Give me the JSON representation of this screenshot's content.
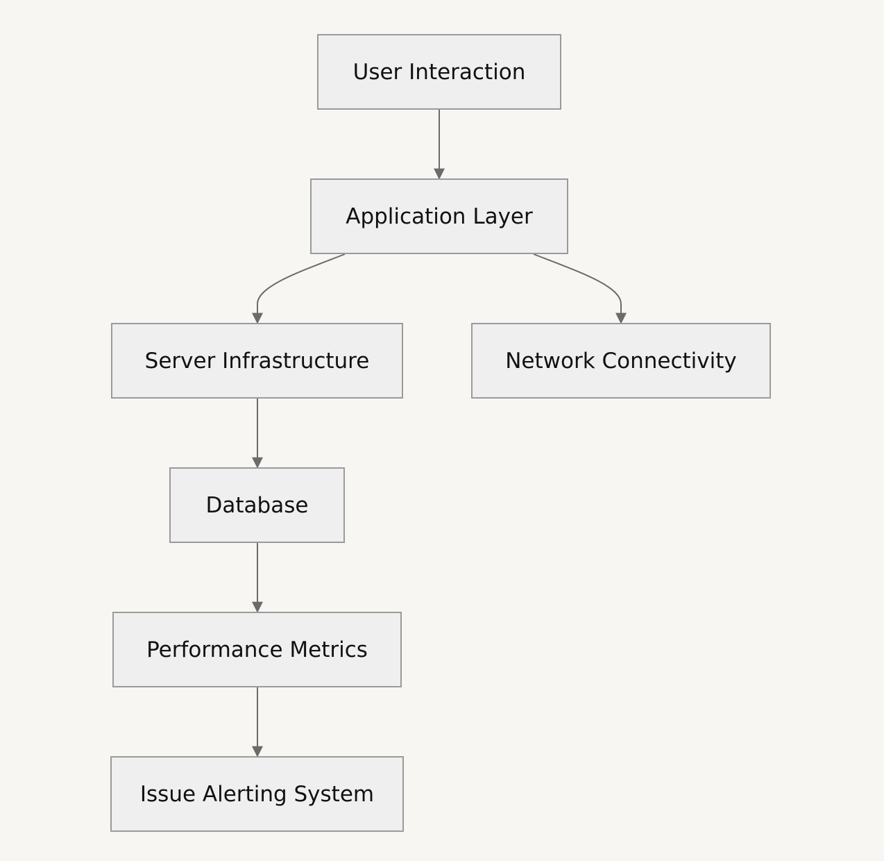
{
  "nodes": {
    "user_interaction": "User Interaction",
    "application_layer": "Application Layer",
    "server_infrastructure": "Server Infrastructure",
    "network_connectivity": "Network Connectivity",
    "database": "Database",
    "performance_metrics": "Performance Metrics",
    "issue_alerting_system": "Issue Alerting System"
  },
  "edges": [
    {
      "from": "User Interaction",
      "to": "Application Layer"
    },
    {
      "from": "Application Layer",
      "to": "Server Infrastructure"
    },
    {
      "from": "Application Layer",
      "to": "Network Connectivity"
    },
    {
      "from": "Server Infrastructure",
      "to": "Database"
    },
    {
      "from": "Database",
      "to": "Performance Metrics"
    },
    {
      "from": "Performance Metrics",
      "to": "Issue Alerting System"
    }
  ],
  "colors": {
    "background": "#f7f6f2",
    "node_fill": "#efefef",
    "node_border": "#9a9a9a",
    "edge": "#6b6b6b",
    "text": "#111111"
  }
}
